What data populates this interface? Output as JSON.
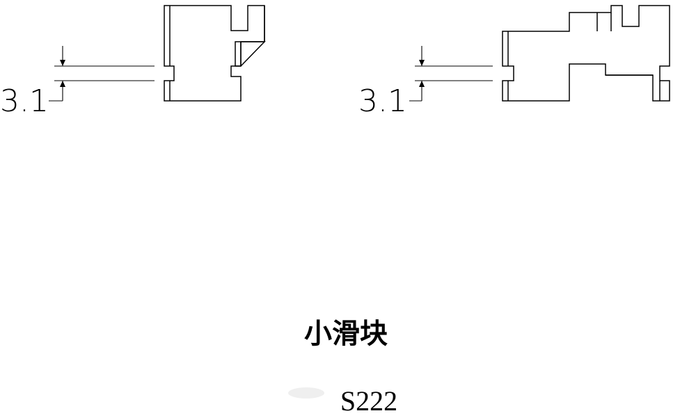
{
  "diagram": {
    "left_view": {
      "dimension_label": "3.1"
    },
    "right_view": {
      "dimension_label": "3.1"
    },
    "title": "小滑块",
    "part_code": "S222"
  }
}
